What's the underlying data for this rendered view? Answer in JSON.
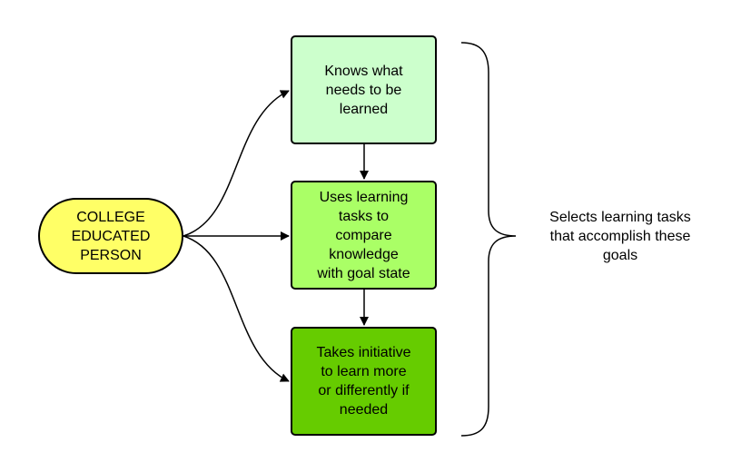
{
  "nodes": {
    "person": {
      "label": "COLLEGE\nEDUCATED\nPERSON",
      "color": "#ffff66"
    },
    "step1": {
      "label": "Knows what\nneeds to be\nlearned",
      "color": "#ccffcc"
    },
    "step2": {
      "label": "Uses learning\ntasks to\ncompare\nknowledge\nwith goal state",
      "color": "#aaff66"
    },
    "step3": {
      "label": "Takes initiative\nto learn more\nor differently if\nneeded",
      "color": "#66cc00"
    }
  },
  "note": {
    "label": "Selects learning tasks\nthat accomplish these\ngoals"
  },
  "edges": [
    {
      "from": "person",
      "to": "step1"
    },
    {
      "from": "person",
      "to": "step2"
    },
    {
      "from": "person",
      "to": "step3"
    },
    {
      "from": "step1",
      "to": "step2"
    },
    {
      "from": "step2",
      "to": "step3"
    }
  ],
  "brace": {
    "spans": [
      "step1",
      "step2",
      "step3"
    ],
    "target": "note"
  }
}
